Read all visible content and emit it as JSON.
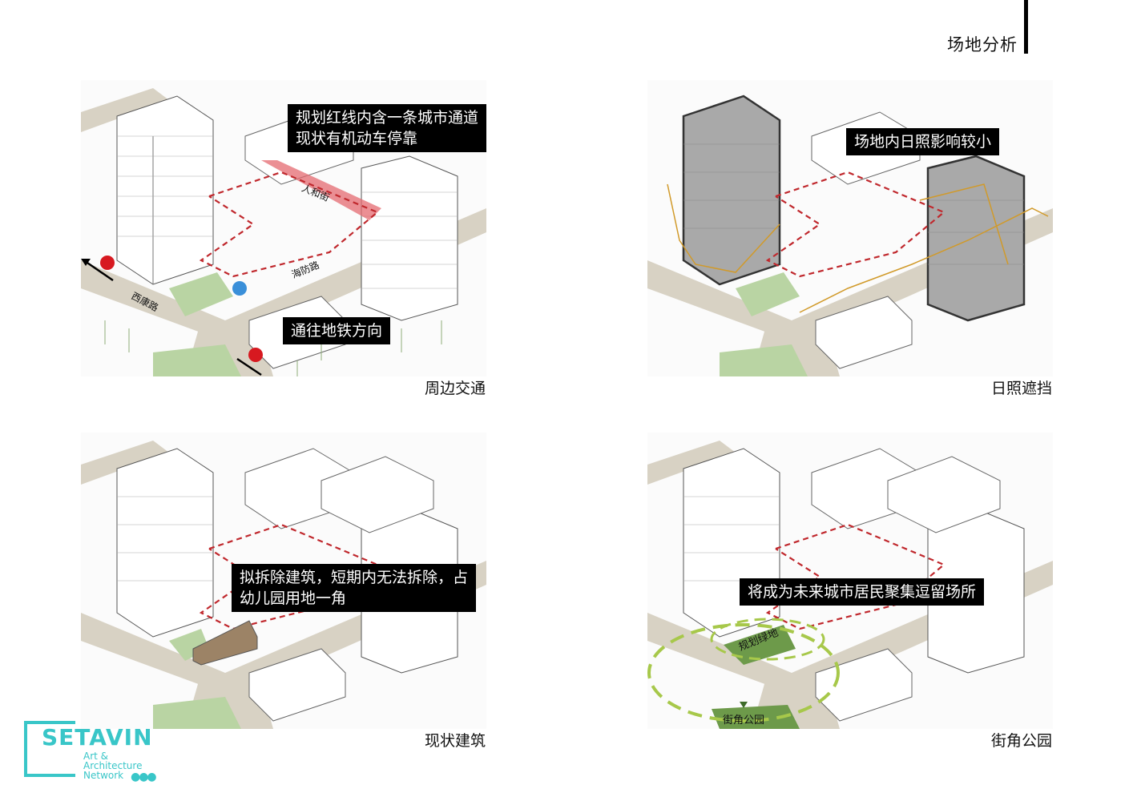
{
  "page": {
    "title": "场地分析"
  },
  "panels": [
    {
      "caption": "周边交通",
      "callouts": [
        "规划红线内含一条城市通道\n现状有机动车停靠",
        "通往地铁方向"
      ],
      "street_labels": [
        "人和街",
        "海防路",
        "西康路"
      ]
    },
    {
      "caption": "日照遮挡",
      "callouts": [
        "场地内日照影响较小"
      ]
    },
    {
      "caption": "现状建筑",
      "callouts": [
        "拟拆除建筑，短期内无法拆除，占\n幼儿园用地一角"
      ]
    },
    {
      "caption": "街角公园",
      "callouts": [
        "将成为未来城市居民聚集逗留场所"
      ],
      "park_labels": [
        "规划绿地",
        "街角公园"
      ]
    }
  ],
  "logo": {
    "name": "SETAVIN",
    "line1": "Art &",
    "line2": "Architecture",
    "line3": "Network"
  },
  "colors": {
    "site_boundary": "#c0282d",
    "metro": "#d71920",
    "bus": "#3a8fd9",
    "road": "#d8d2c4",
    "green": "#b9d4a3",
    "brand": "#39c6c8"
  }
}
